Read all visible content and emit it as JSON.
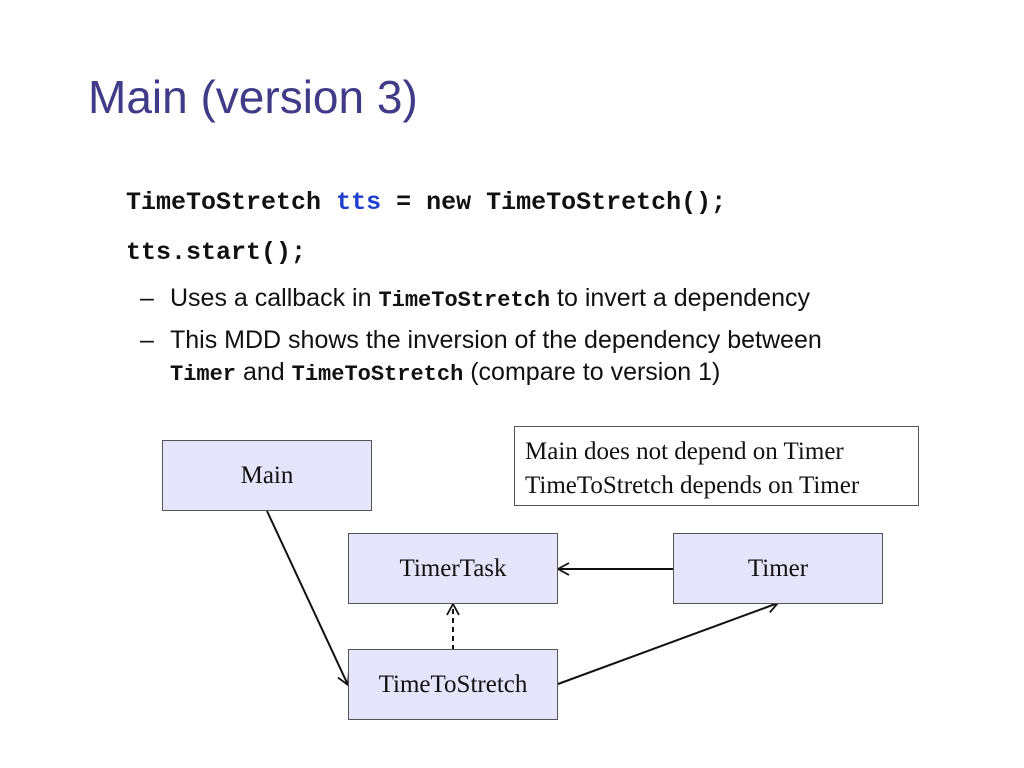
{
  "title": "Main (version 3)",
  "code": {
    "line1": {
      "type": "TimeToStretch",
      "var": "tts",
      "rest": "= new TimeToStretch();"
    },
    "line2": "tts.start();"
  },
  "bullets": [
    {
      "dash": "–",
      "pre": "Uses a callback in",
      "code": "TimeToStretch",
      "post": "to invert a dependency"
    },
    {
      "dash": "–",
      "pre": "This MDD shows the inversion of the dependency between",
      "code1": "Timer",
      "mid": "and",
      "code2": "TimeToStretch",
      "post": "(compare to version 1)"
    }
  ],
  "diagram": {
    "boxes": {
      "main": "Main",
      "timertask": "TimerTask",
      "timer": "Timer",
      "timetostretch": "TimeToStretch"
    },
    "note": {
      "line1": "Main does not depend on Timer",
      "line2": "TimeToStretch depends on Timer"
    },
    "colors": {
      "box_fill": "#e4e4fb",
      "title": "#3f3b87",
      "keyword": "#1f3fcf"
    }
  }
}
